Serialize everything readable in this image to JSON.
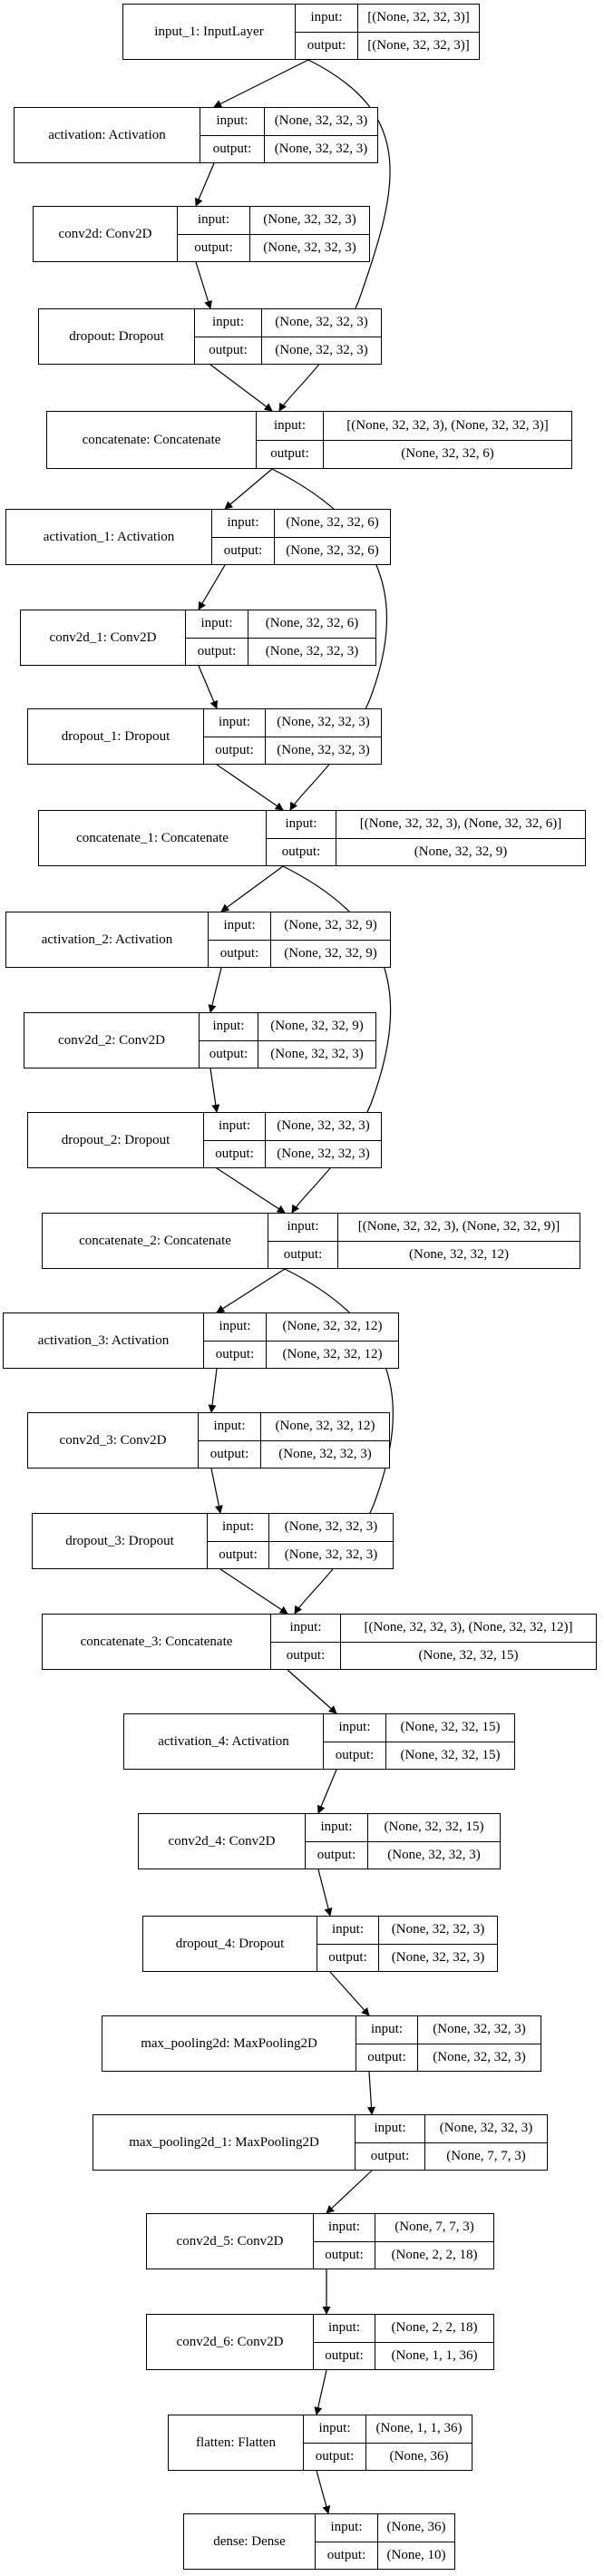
{
  "port_labels": {
    "input": "input:",
    "output": "output:"
  },
  "layers": [
    {
      "id": "input_1",
      "name": "input_1: InputLayer",
      "input": "[(None, 32, 32, 3)]",
      "output": "[(None, 32, 32, 3)]"
    },
    {
      "id": "activation",
      "name": "activation: Activation",
      "input": "(None, 32, 32, 3)",
      "output": "(None, 32, 32, 3)"
    },
    {
      "id": "conv2d",
      "name": "conv2d: Conv2D",
      "input": "(None, 32, 32, 3)",
      "output": "(None, 32, 32, 3)"
    },
    {
      "id": "dropout",
      "name": "dropout: Dropout",
      "input": "(None, 32, 32, 3)",
      "output": "(None, 32, 32, 3)"
    },
    {
      "id": "concatenate",
      "name": "concatenate: Concatenate",
      "input": "[(None, 32, 32, 3), (None, 32, 32, 3)]",
      "output": "(None, 32, 32, 6)"
    },
    {
      "id": "activation_1",
      "name": "activation_1: Activation",
      "input": "(None, 32, 32, 6)",
      "output": "(None, 32, 32, 6)"
    },
    {
      "id": "conv2d_1",
      "name": "conv2d_1: Conv2D",
      "input": "(None, 32, 32, 6)",
      "output": "(None, 32, 32, 3)"
    },
    {
      "id": "dropout_1",
      "name": "dropout_1: Dropout",
      "input": "(None, 32, 32, 3)",
      "output": "(None, 32, 32, 3)"
    },
    {
      "id": "concatenate_1",
      "name": "concatenate_1: Concatenate",
      "input": "[(None, 32, 32, 3), (None, 32, 32, 6)]",
      "output": "(None, 32, 32, 9)"
    },
    {
      "id": "activation_2",
      "name": "activation_2: Activation",
      "input": "(None, 32, 32, 9)",
      "output": "(None, 32, 32, 9)"
    },
    {
      "id": "conv2d_2",
      "name": "conv2d_2: Conv2D",
      "input": "(None, 32, 32, 9)",
      "output": "(None, 32, 32, 3)"
    },
    {
      "id": "dropout_2",
      "name": "dropout_2: Dropout",
      "input": "(None, 32, 32, 3)",
      "output": "(None, 32, 32, 3)"
    },
    {
      "id": "concatenate_2",
      "name": "concatenate_2: Concatenate",
      "input": "[(None, 32, 32, 3), (None, 32, 32, 9)]",
      "output": "(None, 32, 32, 12)"
    },
    {
      "id": "activation_3",
      "name": "activation_3: Activation",
      "input": "(None, 32, 32, 12)",
      "output": "(None, 32, 32, 12)"
    },
    {
      "id": "conv2d_3",
      "name": "conv2d_3: Conv2D",
      "input": "(None, 32, 32, 12)",
      "output": "(None, 32, 32, 3)"
    },
    {
      "id": "dropout_3",
      "name": "dropout_3: Dropout",
      "input": "(None, 32, 32, 3)",
      "output": "(None, 32, 32, 3)"
    },
    {
      "id": "concatenate_3",
      "name": "concatenate_3: Concatenate",
      "input": "[(None, 32, 32, 3), (None, 32, 32, 12)]",
      "output": "(None, 32, 32, 15)"
    },
    {
      "id": "activation_4",
      "name": "activation_4: Activation",
      "input": "(None, 32, 32, 15)",
      "output": "(None, 32, 32, 15)"
    },
    {
      "id": "conv2d_4",
      "name": "conv2d_4: Conv2D",
      "input": "(None, 32, 32, 15)",
      "output": "(None, 32, 32, 3)"
    },
    {
      "id": "dropout_4",
      "name": "dropout_4: Dropout",
      "input": "(None, 32, 32, 3)",
      "output": "(None, 32, 32, 3)"
    },
    {
      "id": "max_pooling2d",
      "name": "max_pooling2d: MaxPooling2D",
      "input": "(None, 32, 32, 3)",
      "output": "(None, 32, 32, 3)"
    },
    {
      "id": "max_pooling2d_1",
      "name": "max_pooling2d_1: MaxPooling2D",
      "input": "(None, 32, 32, 3)",
      "output": "(None, 7, 7, 3)"
    },
    {
      "id": "conv2d_5",
      "name": "conv2d_5: Conv2D",
      "input": "(None, 7, 7, 3)",
      "output": "(None, 2, 2, 18)"
    },
    {
      "id": "conv2d_6",
      "name": "conv2d_6: Conv2D",
      "input": "(None, 2, 2, 18)",
      "output": "(None, 1, 1, 36)"
    },
    {
      "id": "flatten",
      "name": "flatten: Flatten",
      "input": "(None, 1, 1, 36)",
      "output": "(None, 36)"
    },
    {
      "id": "dense",
      "name": "dense: Dense",
      "input": "(None, 36)",
      "output": "(None, 10)"
    }
  ],
  "edges": [
    [
      "input_1",
      "activation"
    ],
    [
      "activation",
      "conv2d"
    ],
    [
      "conv2d",
      "dropout"
    ],
    [
      "dropout",
      "concatenate"
    ],
    [
      "input_1",
      "concatenate"
    ],
    [
      "concatenate",
      "activation_1"
    ],
    [
      "activation_1",
      "conv2d_1"
    ],
    [
      "conv2d_1",
      "dropout_1"
    ],
    [
      "dropout_1",
      "concatenate_1"
    ],
    [
      "concatenate",
      "concatenate_1"
    ],
    [
      "concatenate_1",
      "activation_2"
    ],
    [
      "activation_2",
      "conv2d_2"
    ],
    [
      "conv2d_2",
      "dropout_2"
    ],
    [
      "dropout_2",
      "concatenate_2"
    ],
    [
      "concatenate_1",
      "concatenate_2"
    ],
    [
      "concatenate_2",
      "activation_3"
    ],
    [
      "activation_3",
      "conv2d_3"
    ],
    [
      "conv2d_3",
      "dropout_3"
    ],
    [
      "dropout_3",
      "concatenate_3"
    ],
    [
      "concatenate_2",
      "concatenate_3"
    ],
    [
      "concatenate_3",
      "activation_4"
    ],
    [
      "activation_4",
      "conv2d_4"
    ],
    [
      "conv2d_4",
      "dropout_4"
    ],
    [
      "dropout_4",
      "max_pooling2d"
    ],
    [
      "max_pooling2d",
      "max_pooling2d_1"
    ],
    [
      "max_pooling2d_1",
      "conv2d_5"
    ],
    [
      "conv2d_5",
      "conv2d_6"
    ],
    [
      "conv2d_6",
      "flatten"
    ],
    [
      "flatten",
      "dense"
    ]
  ]
}
